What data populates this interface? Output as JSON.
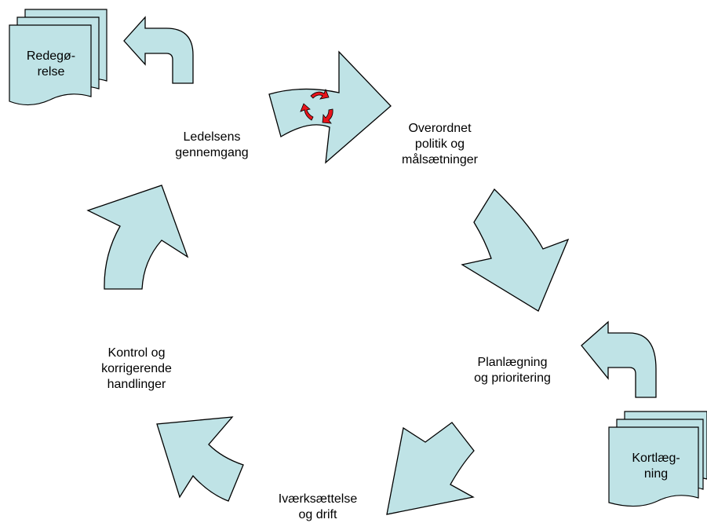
{
  "colors": {
    "arrow_fill": "#bfe3e6",
    "outline": "#000000",
    "small_arrow_fill": "#e8141b",
    "background": "#ffffff"
  },
  "stages": {
    "policy": "Overordnet\npolitik og\nmålsætninger",
    "planning": "Planlægning\nog prioritering",
    "implementation": "Iværksættelse\nog drift",
    "control": "Kontrol og\nkorrigerende\nhandlinger",
    "review": "Ledelsens\ngennemgang"
  },
  "documents": {
    "report": "Redegø-\nrelse",
    "mapping": "Kortlæg-\nning"
  },
  "icons": {
    "cycle_center": "circular-arrows-icon"
  }
}
